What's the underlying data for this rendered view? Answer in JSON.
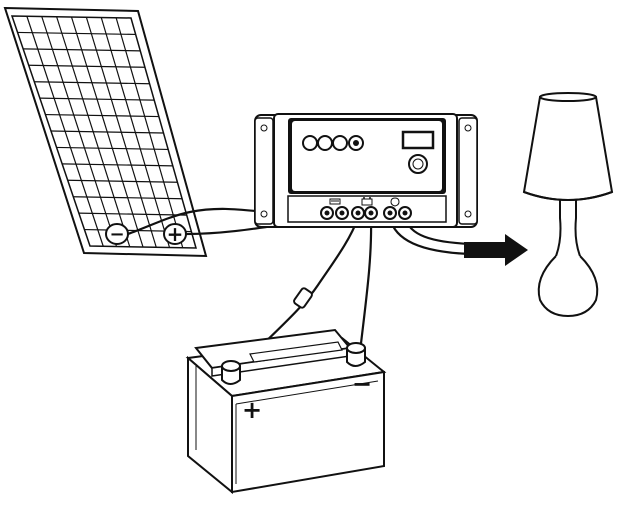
{
  "diagram": {
    "components": [
      {
        "id": "solar-panel",
        "terminals": [
          "−",
          "+"
        ]
      },
      {
        "id": "charge-controller",
        "ports": [
          "panel",
          "battery",
          "load"
        ]
      },
      {
        "id": "battery",
        "terminals": [
          "+",
          "−"
        ]
      },
      {
        "id": "lamp"
      }
    ],
    "labels": {
      "panel_minus": "−",
      "panel_plus": "+",
      "battery_plus": "+",
      "battery_minus": "−"
    },
    "colors": {
      "stroke": "#111111",
      "fill": "#ffffff",
      "arrow": "#111111"
    }
  }
}
